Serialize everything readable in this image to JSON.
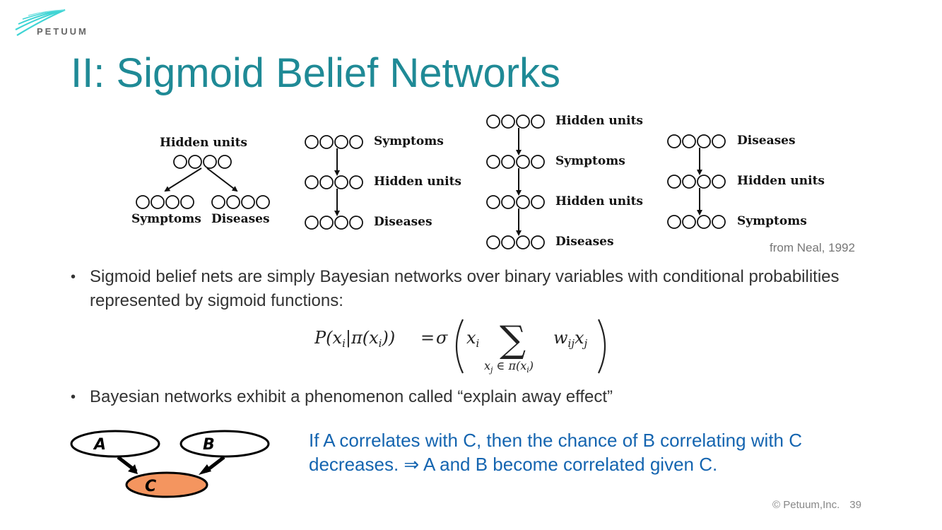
{
  "brand": {
    "name": "PETUUM",
    "logo_icon": "petuum-swoosh-logo",
    "accent": "#3fd4d4"
  },
  "slide": {
    "title": "II: Sigmoid Belief Networks",
    "title_color": "#1f8a96"
  },
  "networks": [
    {
      "layout": "fan-out",
      "labels": [
        "Hidden units",
        "Symptoms",
        "Diseases"
      ]
    },
    {
      "layout": "chain",
      "labels": [
        "Symptoms",
        "Hidden units",
        "Diseases"
      ]
    },
    {
      "layout": "chain",
      "labels": [
        "Hidden units",
        "Symptoms",
        "Hidden units",
        "Diseases"
      ]
    },
    {
      "layout": "chain",
      "labels": [
        "Diseases",
        "Hidden units",
        "Symptoms"
      ]
    }
  ],
  "citation": "from Neal, 1992",
  "bullets": [
    {
      "marker": "•",
      "text": "Sigmoid belief nets are simply Bayesian networks over binary variables with conditional probabilities represented by sigmoid functions:"
    },
    {
      "marker": "•",
      "text": "Bayesian networks exhibit a phenomenon called “explain away effect”"
    }
  ],
  "formula": {
    "lhs": "P(x_i | π(x_i))",
    "eq": "=",
    "func": "σ",
    "sum_lower": "x_j ∈ π(x_i)",
    "term": "w_ij x_j",
    "latex": "P(x_i|\\pi(x_i)) = \\sigma\\left(x_i \\sum_{x_j \\in \\pi(x_i)} w_{ij} x_j\\right)"
  },
  "explain_away": {
    "nodes": [
      {
        "id": "A",
        "label": "A",
        "fill": "#ffffff"
      },
      {
        "id": "B",
        "label": "B",
        "fill": "#ffffff"
      },
      {
        "id": "C",
        "label": "C",
        "fill": "#f4955f"
      }
    ],
    "edges": [
      [
        "A",
        "C"
      ],
      [
        "B",
        "C"
      ]
    ],
    "text": "If A correlates with C, then the chance of B correlating with C decreases. ⇒ A and B become correlated given C.",
    "text_color": "#1565b0"
  },
  "footer": {
    "copyright": "© Petuum,Inc.",
    "page": "39"
  }
}
